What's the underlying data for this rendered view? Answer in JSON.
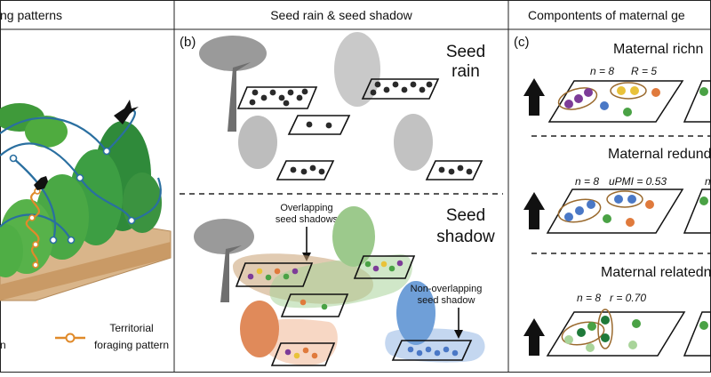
{
  "panels": {
    "a": {
      "title": "ng patterns",
      "legend_left": "n",
      "legend_territorial_1": "Territorial",
      "legend_territorial_2": "foraging pattern"
    },
    "b": {
      "title": "Seed rain & seed shadow",
      "label": "(b)",
      "rain_1": "Seed",
      "rain_2": "rain",
      "shadow_1": "Seed",
      "shadow_2": "shadow",
      "overlap_1": "Overlapping",
      "overlap_2": "seed shadows",
      "nonoverlap_1": "Non-overlapping",
      "nonoverlap_2": "seed shadow"
    },
    "c": {
      "title": "Compontents of maternal ge",
      "label": "(c)",
      "richness": {
        "title": "Maternal richn",
        "n": "n = 8",
        "stat": "R = 5"
      },
      "redundancy": {
        "title": "Maternal redundan",
        "n": "n = 8",
        "stat": "uPMI = 0.53",
        "n2": "n"
      },
      "relatedness": {
        "title": "Maternal relatedn",
        "n": "n = 8",
        "stat": "r = 0.70"
      }
    }
  },
  "colors": {
    "blue_path": "#2a6fa0",
    "orange_path": "#e08a2a",
    "purple": "#7d3c98",
    "yellow": "#e9c23a",
    "orange": "#e07a3c",
    "green": "#4aa245",
    "blue": "#4a78c6",
    "light_green": "#a9d49a",
    "dark_green": "#1f7a3a",
    "ellipse": "#9a6a2e"
  }
}
